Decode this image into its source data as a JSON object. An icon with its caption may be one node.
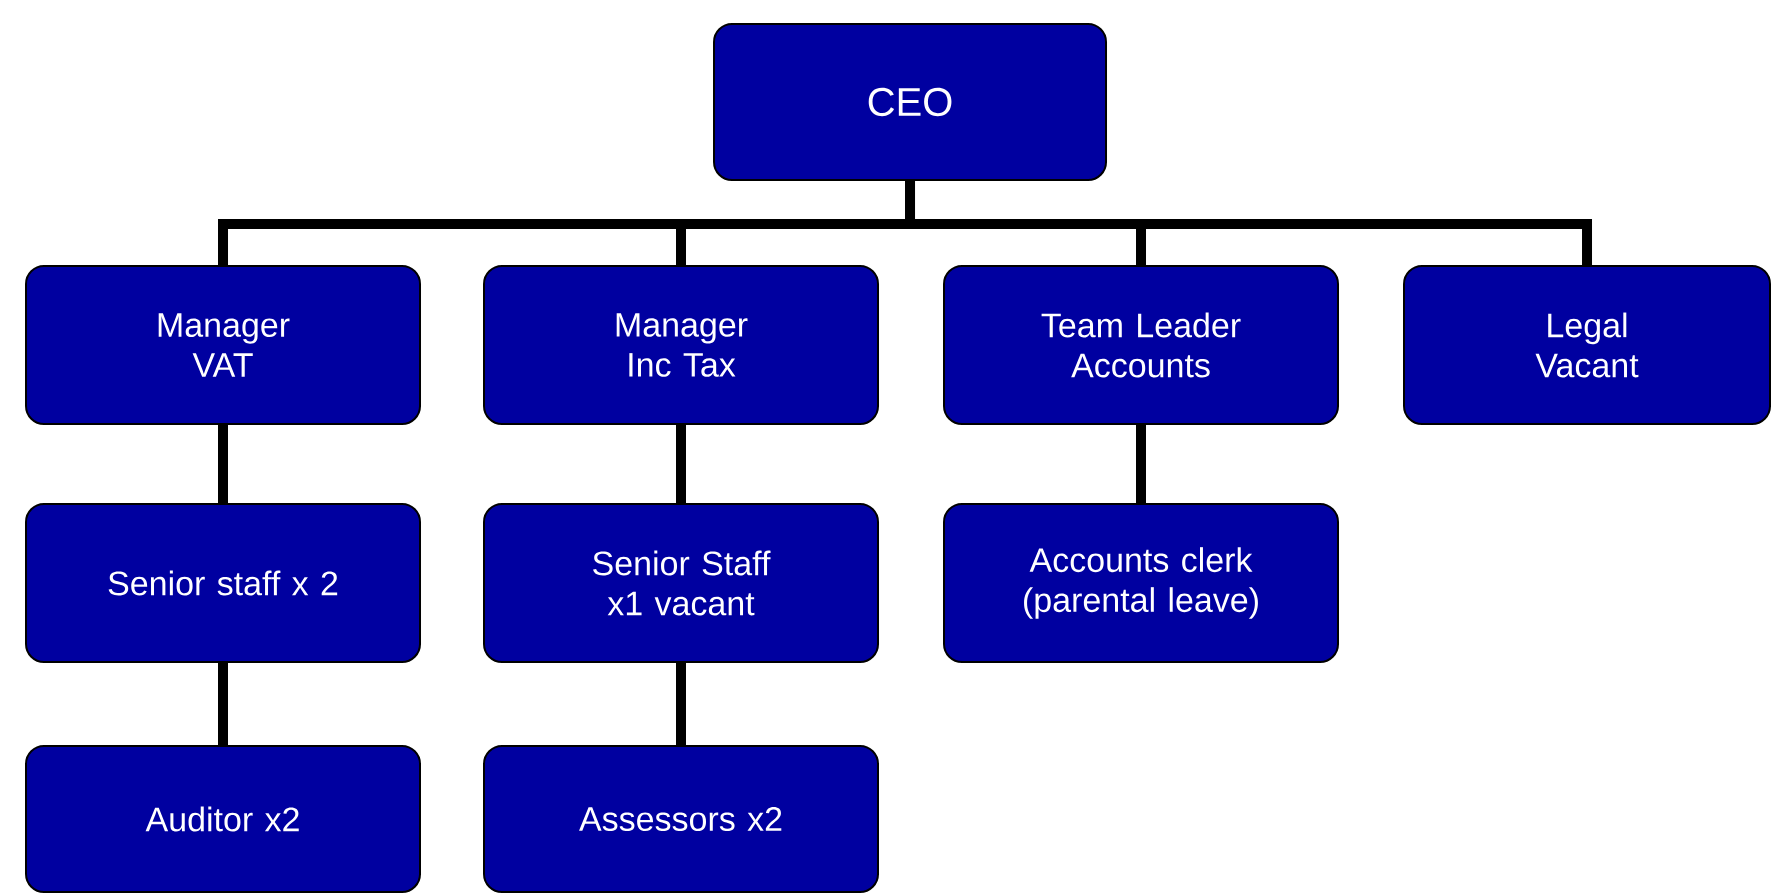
{
  "diagram": {
    "nodes": [
      {
        "text": [
          "CEO"
        ]
      },
      {
        "text": [
          "Manager VAT"
        ]
      },
      {
        "text": [
          "Manager Inc Tax"
        ]
      },
      {
        "text": [
          "Team Leader Accounts"
        ]
      },
      {
        "text": [
          "Legal Vacant"
        ]
      },
      {
        "text": [
          "Senior staff x 2"
        ]
      },
      {
        "text": [
          "Senior Staff x1 vacant"
        ]
      },
      {
        "text": [
          "Accounts clerk (parental leave)"
        ]
      },
      {
        "text": [
          "Auditor x2"
        ]
      },
      {
        "text": [
          "Assessors x2"
        ]
      }
    ],
    "edges": [
      {
        "from": 0,
        "to": 1,
        "arrow": "none"
      },
      {
        "from": 0,
        "to": 2,
        "arrow": "none"
      },
      {
        "from": 0,
        "to": 3,
        "arrow": "none"
      },
      {
        "from": 0,
        "to": 4,
        "arrow": "none"
      },
      {
        "from": 1,
        "to": 5,
        "arrow": "none"
      },
      {
        "from": 2,
        "to": 6,
        "arrow": "none"
      },
      {
        "from": 3,
        "to": 7,
        "arrow": "none"
      },
      {
        "from": 5,
        "to": 8,
        "arrow": "none"
      },
      {
        "from": 6,
        "to": 9,
        "arrow": "none"
      }
    ]
  }
}
